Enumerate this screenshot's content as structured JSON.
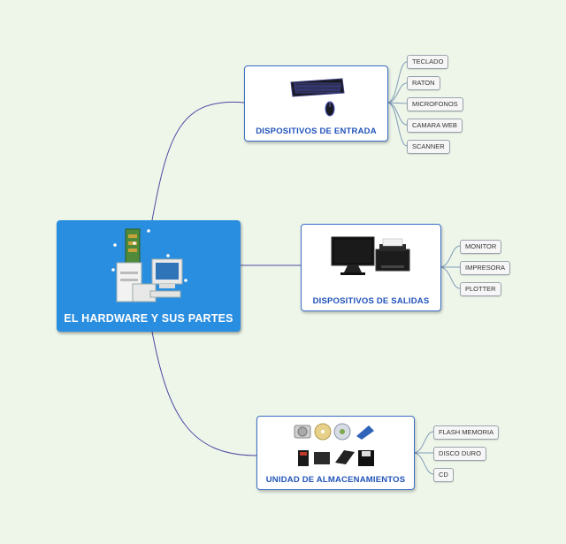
{
  "background": "#eef6ea",
  "colors": {
    "central": "#2a8ee0",
    "topic_border": "#3b6fc4",
    "topic_text": "#2153b8",
    "connector": "#4a4aa0"
  },
  "central": {
    "title": "EL HARDWARE Y SUS PARTES",
    "icon": "computer-hardware-icon"
  },
  "topics": [
    {
      "title": "DISPOSITIVOS DE ENTRADA",
      "icon": "keyboard-mouse-image",
      "leaves": [
        "TECLADO",
        "RATON",
        "MICROFONOS",
        "CAMARA WEB",
        "SCANNER"
      ]
    },
    {
      "title": "DISPOSITIVOS DE SALIDAS",
      "icon": "monitor-printer-image",
      "leaves": [
        "MONITOR",
        "IMPRESORA",
        "PLOTTER"
      ]
    },
    {
      "title": "UNIDAD DE ALMACENAMIENTOS",
      "icon": "storage-devices-image",
      "leaves": [
        "FLASH MEMORIA",
        "DISCO DURO",
        "CD"
      ]
    }
  ]
}
